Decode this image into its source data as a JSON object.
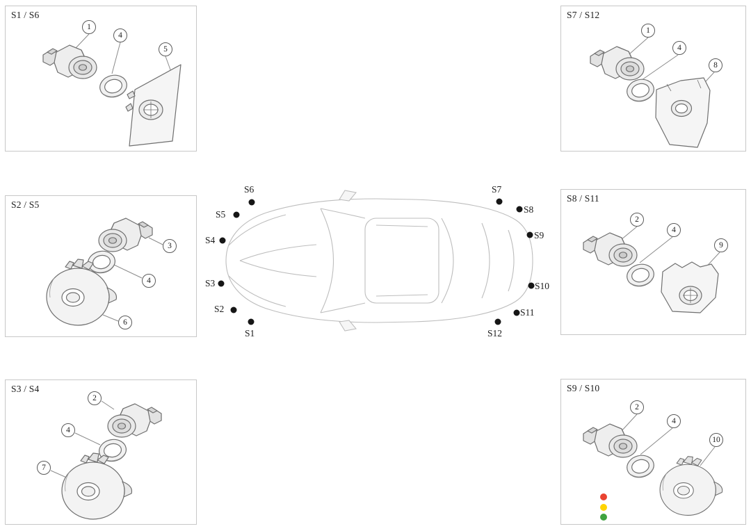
{
  "panels": [
    {
      "label": "S1 / S6",
      "callouts": [
        "1",
        "4",
        "5"
      ]
    },
    {
      "label": "S7 / S12",
      "callouts": [
        "1",
        "4",
        "8"
      ]
    },
    {
      "label": "S2 / S5",
      "callouts": [
        "3",
        "4",
        "6"
      ]
    },
    {
      "label": "S8 / S11",
      "callouts": [
        "2",
        "4",
        "9"
      ]
    },
    {
      "label": "S3 / S4",
      "callouts": [
        "2",
        "4",
        "7"
      ]
    },
    {
      "label": "S9 / S10",
      "callouts": [
        "2",
        "4",
        "10"
      ]
    }
  ],
  "car": {
    "labels": [
      "S1",
      "S2",
      "S3",
      "S4",
      "S5",
      "S6",
      "S7",
      "S8",
      "S9",
      "S10",
      "S11",
      "S12"
    ]
  },
  "status_dots": {
    "colors": [
      "#e94330",
      "#ffd400",
      "#3fa33f"
    ]
  }
}
